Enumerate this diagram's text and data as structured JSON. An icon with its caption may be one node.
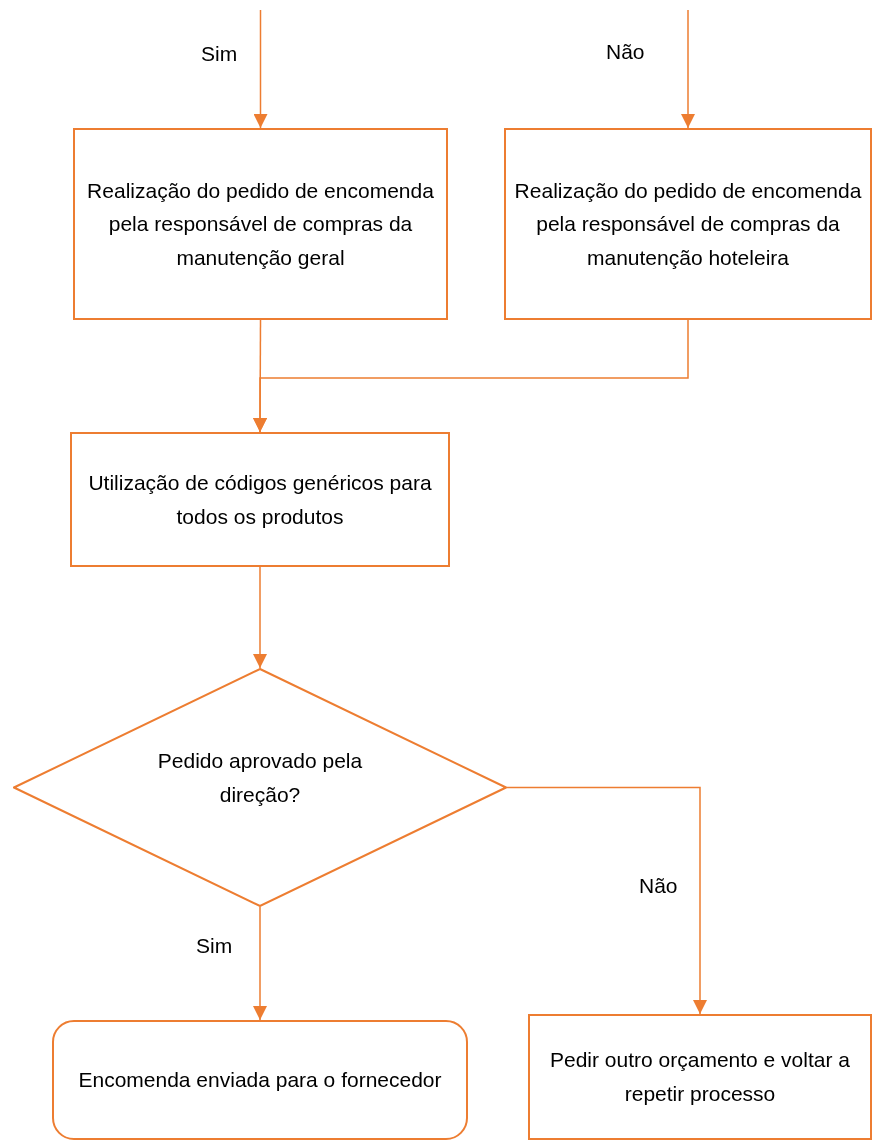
{
  "diagram": {
    "nodes": [
      {
        "text": [
          "Realização do pedido de encomenda pela responsável de compras da manutenção geral"
        ]
      },
      {
        "text": [
          "Realização do pedido de encomenda pela responsável de compras da manutenção hoteleira"
        ]
      },
      {
        "text": [
          "Utilização de códigos genéricos para todos os produtos"
        ]
      },
      {
        "text": [
          "Pedido aprovado pela direção?"
        ]
      },
      {
        "text": [
          "Encomenda enviada para o fornecedor"
        ]
      },
      {
        "text": [
          "Pedir outro orçamento e voltar a repetir processo"
        ]
      }
    ],
    "edges": [
      {
        "from": null,
        "to": 0,
        "arrow": "to",
        "label": "Sim"
      },
      {
        "from": null,
        "to": 1,
        "arrow": "to",
        "label": "Não"
      },
      {
        "from": 0,
        "to": 2,
        "arrow": "to"
      },
      {
        "from": 1,
        "to": 2,
        "arrow": "to"
      },
      {
        "from": 2,
        "to": 3,
        "arrow": "to"
      },
      {
        "from": 3,
        "to": 4,
        "arrow": "to",
        "label": "Sim"
      },
      {
        "from": 3,
        "to": 5,
        "arrow": "to",
        "label": "Não"
      }
    ]
  }
}
